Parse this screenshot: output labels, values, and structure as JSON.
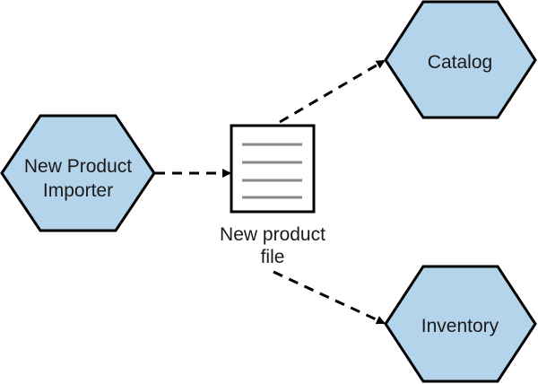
{
  "diagram": {
    "nodes": {
      "importer": {
        "lines": [
          "New Product",
          "Importer"
        ],
        "shape": "hexagon"
      },
      "file": {
        "lines": [
          "New product",
          "file"
        ],
        "shape": "document"
      },
      "catalog": {
        "lines": [
          "Catalog"
        ],
        "shape": "hexagon"
      },
      "inventory": {
        "lines": [
          "Inventory"
        ],
        "shape": "hexagon"
      }
    },
    "edges": [
      {
        "from": "importer",
        "to": "file",
        "style": "dashed"
      },
      {
        "from": "file",
        "to": "catalog",
        "style": "dashed"
      },
      {
        "from": "file",
        "to": "inventory",
        "style": "dashed"
      }
    ],
    "colors": {
      "hex_fill": "#b3d4ea",
      "stroke": "#000000",
      "doc_lines": "#8a8a8a"
    }
  }
}
